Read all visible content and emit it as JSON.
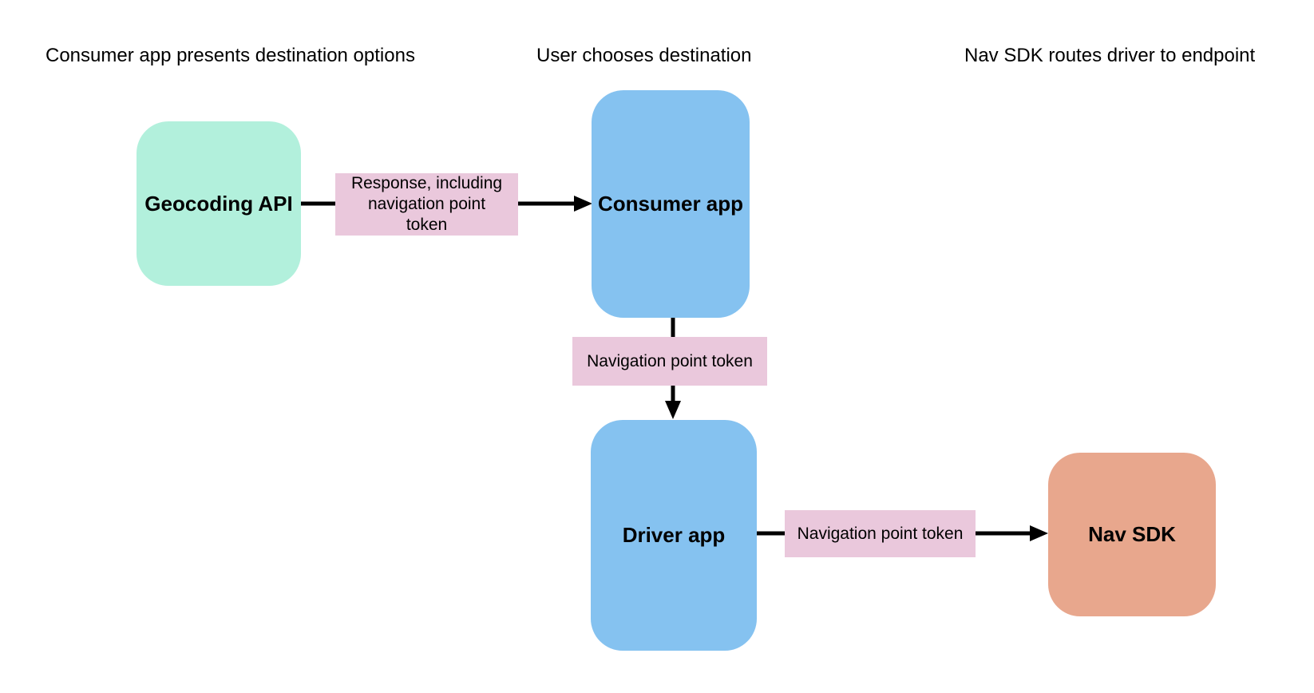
{
  "diagram": {
    "stage_headings": [
      "Consumer app presents destination options",
      "User chooses destination",
      "Nav SDK routes driver to endpoint"
    ],
    "nodes": [
      {
        "id": "geocoding-api",
        "label": "Geocoding API",
        "color": "#b2f0dc"
      },
      {
        "id": "consumer-app",
        "label": "Consumer app",
        "color": "#85c2f0"
      },
      {
        "id": "driver-app",
        "label": "Driver app",
        "color": "#85c2f0"
      },
      {
        "id": "nav-sdk",
        "label": "Nav SDK",
        "color": "#e8a78d"
      }
    ],
    "edges": [
      {
        "from": "geocoding-api",
        "to": "consumer-app",
        "label": "Response, including navigation point token"
      },
      {
        "from": "consumer-app",
        "to": "driver-app",
        "label": "Navigation point token"
      },
      {
        "from": "driver-app",
        "to": "nav-sdk",
        "label": "Navigation point token"
      }
    ],
    "colors": {
      "edge_label_bg": "#eac8dc",
      "arrow": "#000000",
      "background": "#ffffff",
      "text": "#000000"
    }
  }
}
